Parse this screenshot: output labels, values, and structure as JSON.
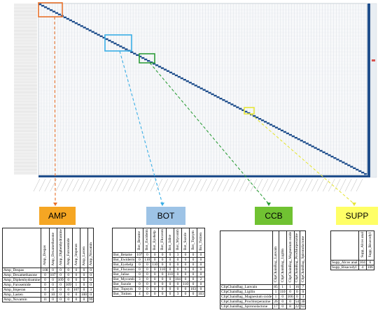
{
  "colors": {
    "amp": "#f5a623",
    "bot": "#9dc3e6",
    "ccb": "#70c232",
    "supp": "#ffff66",
    "amp_box": "#e8722c",
    "bot_box": "#3aaee6",
    "ccb_box": "#2e9d3a",
    "supp_box": "#e6e63a",
    "diag": "#1f4e8c",
    "grid": "#cfd6de"
  },
  "categories": [
    {
      "label": "AMP",
      "color": "#f5a623"
    },
    {
      "label": "BOT",
      "color": "#9dc3e6"
    },
    {
      "label": "CCB",
      "color": "#70c232"
    },
    {
      "label": "SUPP",
      "color": "#ffff66"
    }
  ],
  "tables": {
    "amp": {
      "columns": [
        "Amp_Despas",
        "Amp_Dexamethasone",
        "Amp_Diphenhydramine",
        "Amp_Furosemide",
        "Amp_Imperan",
        "Amp_Lasten",
        "Amp_Novamin"
      ],
      "rows": [
        {
          "name": "Amp_Despas",
          "values": [
            "108",
            "0",
            "0",
            "0",
            "0",
            "0",
            "0"
          ]
        },
        {
          "name": "Amp_Dexamethasone",
          "values": [
            "0",
            "107",
            "0",
            "0",
            "0",
            "0",
            "0"
          ]
        },
        {
          "name": "Amp_Diphenhydramine",
          "values": [
            "0",
            "0",
            "109",
            "0",
            "0",
            "0",
            "0"
          ]
        },
        {
          "name": "Amp_Furosemide",
          "values": [
            "0",
            "0",
            "0",
            "109",
            "1",
            "0",
            "0"
          ]
        },
        {
          "name": "Amp_Imperan",
          "values": [
            "0",
            "0",
            "0",
            "0",
            "107",
            "0",
            "3"
          ]
        },
        {
          "name": "Amp_Lasten",
          "values": [
            "0",
            "10",
            "0",
            "0",
            "0",
            "100",
            "0"
          ]
        },
        {
          "name": "Amp_Novamin",
          "values": [
            "11",
            "0",
            "0",
            "0",
            "0",
            "0",
            "99"
          ]
        }
      ]
    },
    "bot": {
      "columns": [
        "Bot_Betame",
        "Bot_Ewiderm",
        "Bot_Eyehelp",
        "Bot_Flucason",
        "Bot_Jalise",
        "Bot_Mycomb",
        "Bot_Suzole",
        "Bot_Topsym",
        "Bot_Totiten"
      ],
      "rows": [
        {
          "name": "Bot_Betame",
          "values": [
            "107",
            "0",
            "0",
            "0",
            "0",
            "3",
            "0",
            "0",
            "0"
          ]
        },
        {
          "name": "Bot_Ewiderm",
          "values": [
            "0",
            "110",
            "0",
            "0",
            "0",
            "0",
            "0",
            "0",
            "0"
          ]
        },
        {
          "name": "Bot_Eyehelp",
          "values": [
            "0",
            "0",
            "110",
            "0",
            "0",
            "0",
            "0",
            "0",
            "0"
          ]
        },
        {
          "name": "Bot_Flucason",
          "values": [
            "0",
            "0",
            "0",
            "110",
            "0",
            "0",
            "0",
            "0",
            "0"
          ]
        },
        {
          "name": "Bot_Jalise",
          "values": [
            "0",
            "0",
            "0",
            "0",
            "110",
            "0",
            "0",
            "0",
            "0"
          ]
        },
        {
          "name": "Bot_Mycomb",
          "values": [
            "3",
            "0",
            "0",
            "0",
            "0",
            "104",
            "0",
            "0",
            "2"
          ]
        },
        {
          "name": "Bot_Suzole",
          "values": [
            "0",
            "0",
            "0",
            "0",
            "0",
            "0",
            "110",
            "0",
            "0"
          ]
        },
        {
          "name": "Bot_Topsym",
          "values": [
            "0",
            "0",
            "0",
            "0",
            "0",
            "0",
            "0",
            "103",
            "0"
          ]
        },
        {
          "name": "Bot_Totiten",
          "values": [
            "4",
            "0",
            "0",
            "0",
            "0",
            "3",
            "0",
            "0",
            "103"
          ]
        }
      ]
    },
    "ccb": {
      "columns": [
        "ClipChainBag_Lanvain",
        "ClipChainBag_Ligilin",
        "ClipChainBag_Magnesium oxide",
        "ClipChainBag_Prochlorperazine",
        "ClipChainBag_Spironolactone"
      ],
      "rows": [
        {
          "name": "ClipChainBag_Lanvain",
          "values": [
            "85",
            "1",
            "1",
            "16",
            "7"
          ]
        },
        {
          "name": "ClipChainBag_Ligilin",
          "values": [
            "1",
            "110",
            "0",
            "0",
            "0"
          ]
        },
        {
          "name": "ClipChainBag_Magnesium oxide",
          "values": [
            "1",
            "0",
            "106",
            "0",
            "3"
          ]
        },
        {
          "name": "ClipChainBag_Prochlorperazine",
          "values": [
            "26",
            "0",
            "0",
            "54",
            "30"
          ]
        },
        {
          "name": "ClipChainBag_Spironolactone",
          "values": [
            "17",
            "0",
            "8",
            "22",
            "63"
          ]
        }
      ]
    },
    "supp": {
      "columns": [
        "Supp_Alcos anal",
        "Supp_Bisacodyl"
      ],
      "rows": [
        {
          "name": "Supp_Alcos anal",
          "values": [
            "104",
            "6"
          ]
        },
        {
          "name": "Supp_Bisacodyl",
          "values": [
            "4",
            "106"
          ]
        }
      ]
    }
  }
}
